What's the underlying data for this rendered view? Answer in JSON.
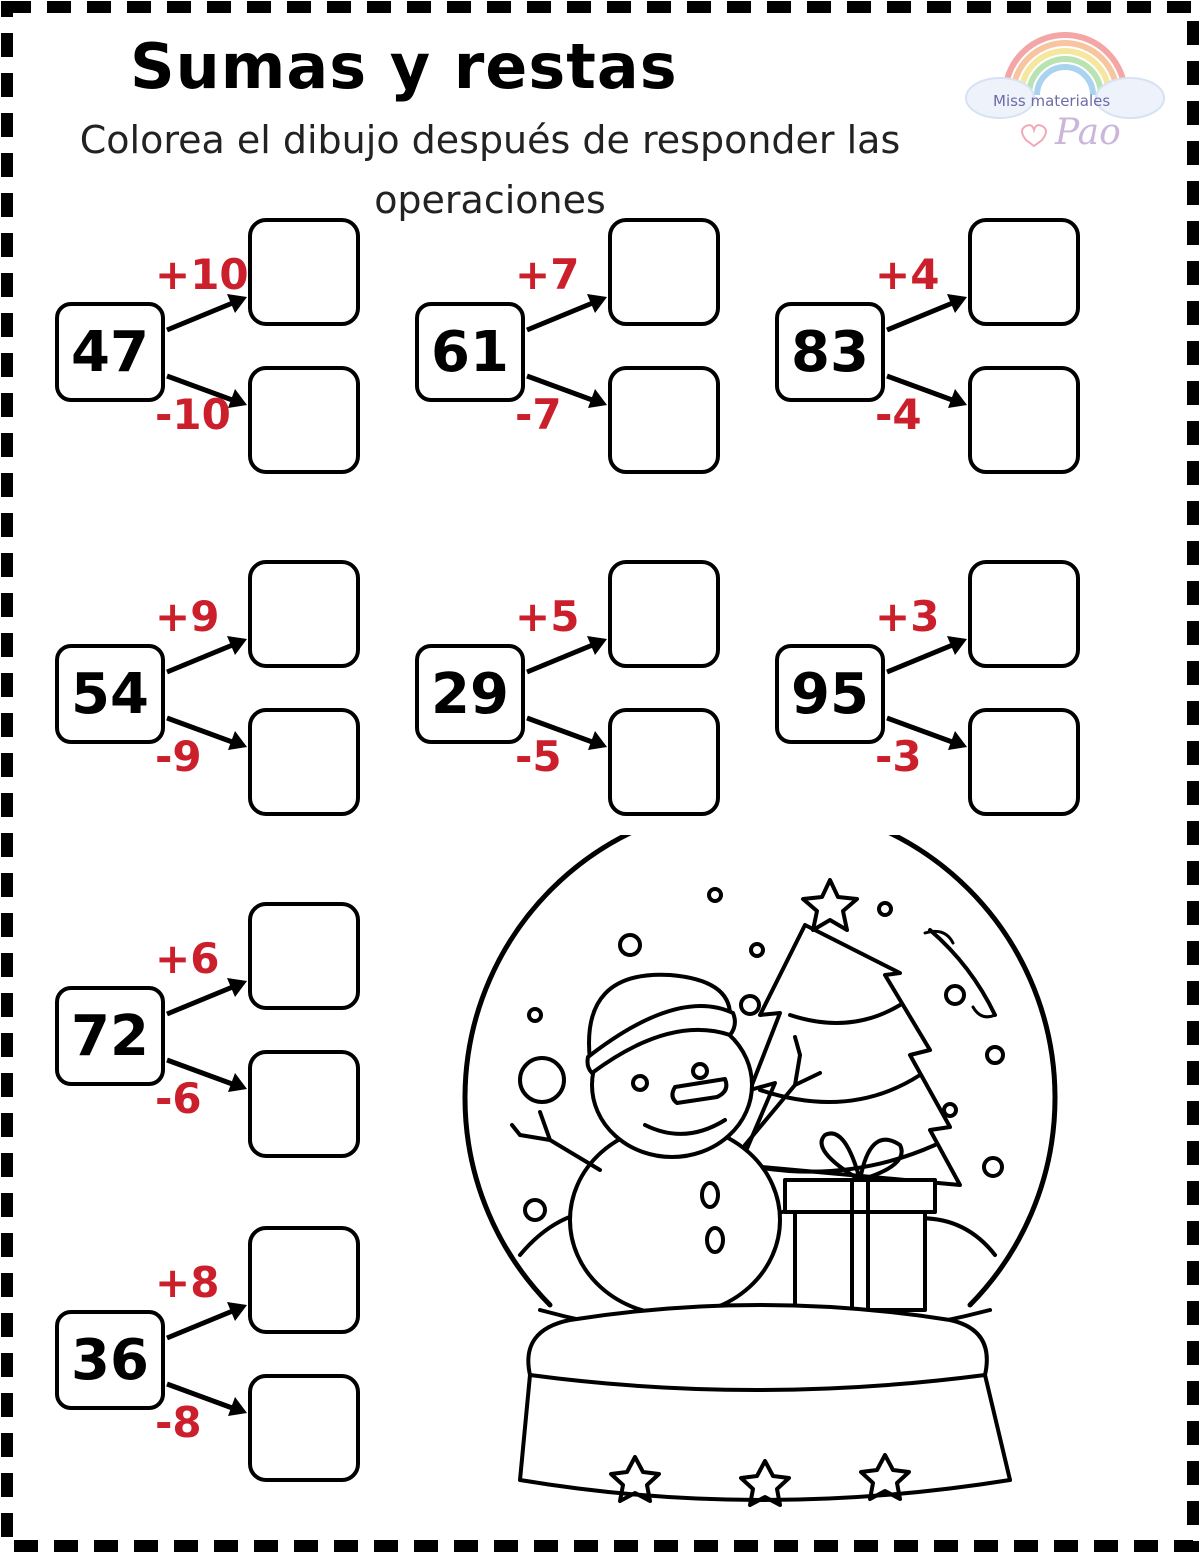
{
  "worksheet": {
    "title": "Sumas y restas",
    "subtitle": "Colorea el dibujo después de responder las operaciones"
  },
  "logo": {
    "line1": "Miss materiales",
    "line2": "Pao"
  },
  "exercises": [
    {
      "number": "47",
      "add": "+10",
      "sub": "-10"
    },
    {
      "number": "61",
      "add": "+7",
      "sub": "-7"
    },
    {
      "number": "83",
      "add": "+4",
      "sub": "-4"
    },
    {
      "number": "54",
      "add": "+9",
      "sub": "-9"
    },
    {
      "number": "29",
      "add": "+5",
      "sub": "-5"
    },
    {
      "number": "95",
      "add": "+3",
      "sub": "-3"
    },
    {
      "number": "72",
      "add": "+6",
      "sub": "-6"
    },
    {
      "number": "36",
      "add": "+8",
      "sub": "-8"
    }
  ],
  "colors": {
    "operation_red": "#cc1f2c",
    "border_black": "#000000"
  },
  "icons": {
    "illustration": "snow-globe-snowman-icon",
    "logo": "rainbow-cloud-icon"
  }
}
